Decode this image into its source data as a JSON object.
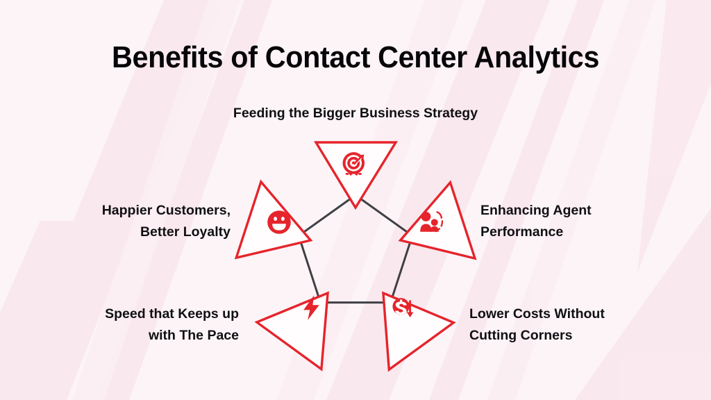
{
  "page": {
    "title": "Benefits of Contact Center Analytics",
    "background_color": "#fcf4f7",
    "accent_color": "#e5242c",
    "outline_color": "#3f3f45",
    "text_color": "#101014"
  },
  "diagram": {
    "type": "pentagon-radial-infographic",
    "center_shape": "pentagon",
    "segment_count": 5,
    "segments": [
      {
        "position": "top",
        "icon": "target-arrow-icon",
        "label": "Feeding the Bigger Business Strategy"
      },
      {
        "position": "right",
        "icon": "agents-people-icon",
        "label": "Enhancing Agent\nPerformance"
      },
      {
        "position": "bottom-right",
        "icon": "dollar-down-arrow-icon",
        "label": "Lower Costs Without\nCutting Corners"
      },
      {
        "position": "bottom-left",
        "icon": "lightning-bolt-icon",
        "label": "Speed that Keeps up\nwith The Pace"
      },
      {
        "position": "left",
        "icon": "smiley-face-icon",
        "label": "Happier Customers,\nBetter Loyalty"
      }
    ]
  }
}
